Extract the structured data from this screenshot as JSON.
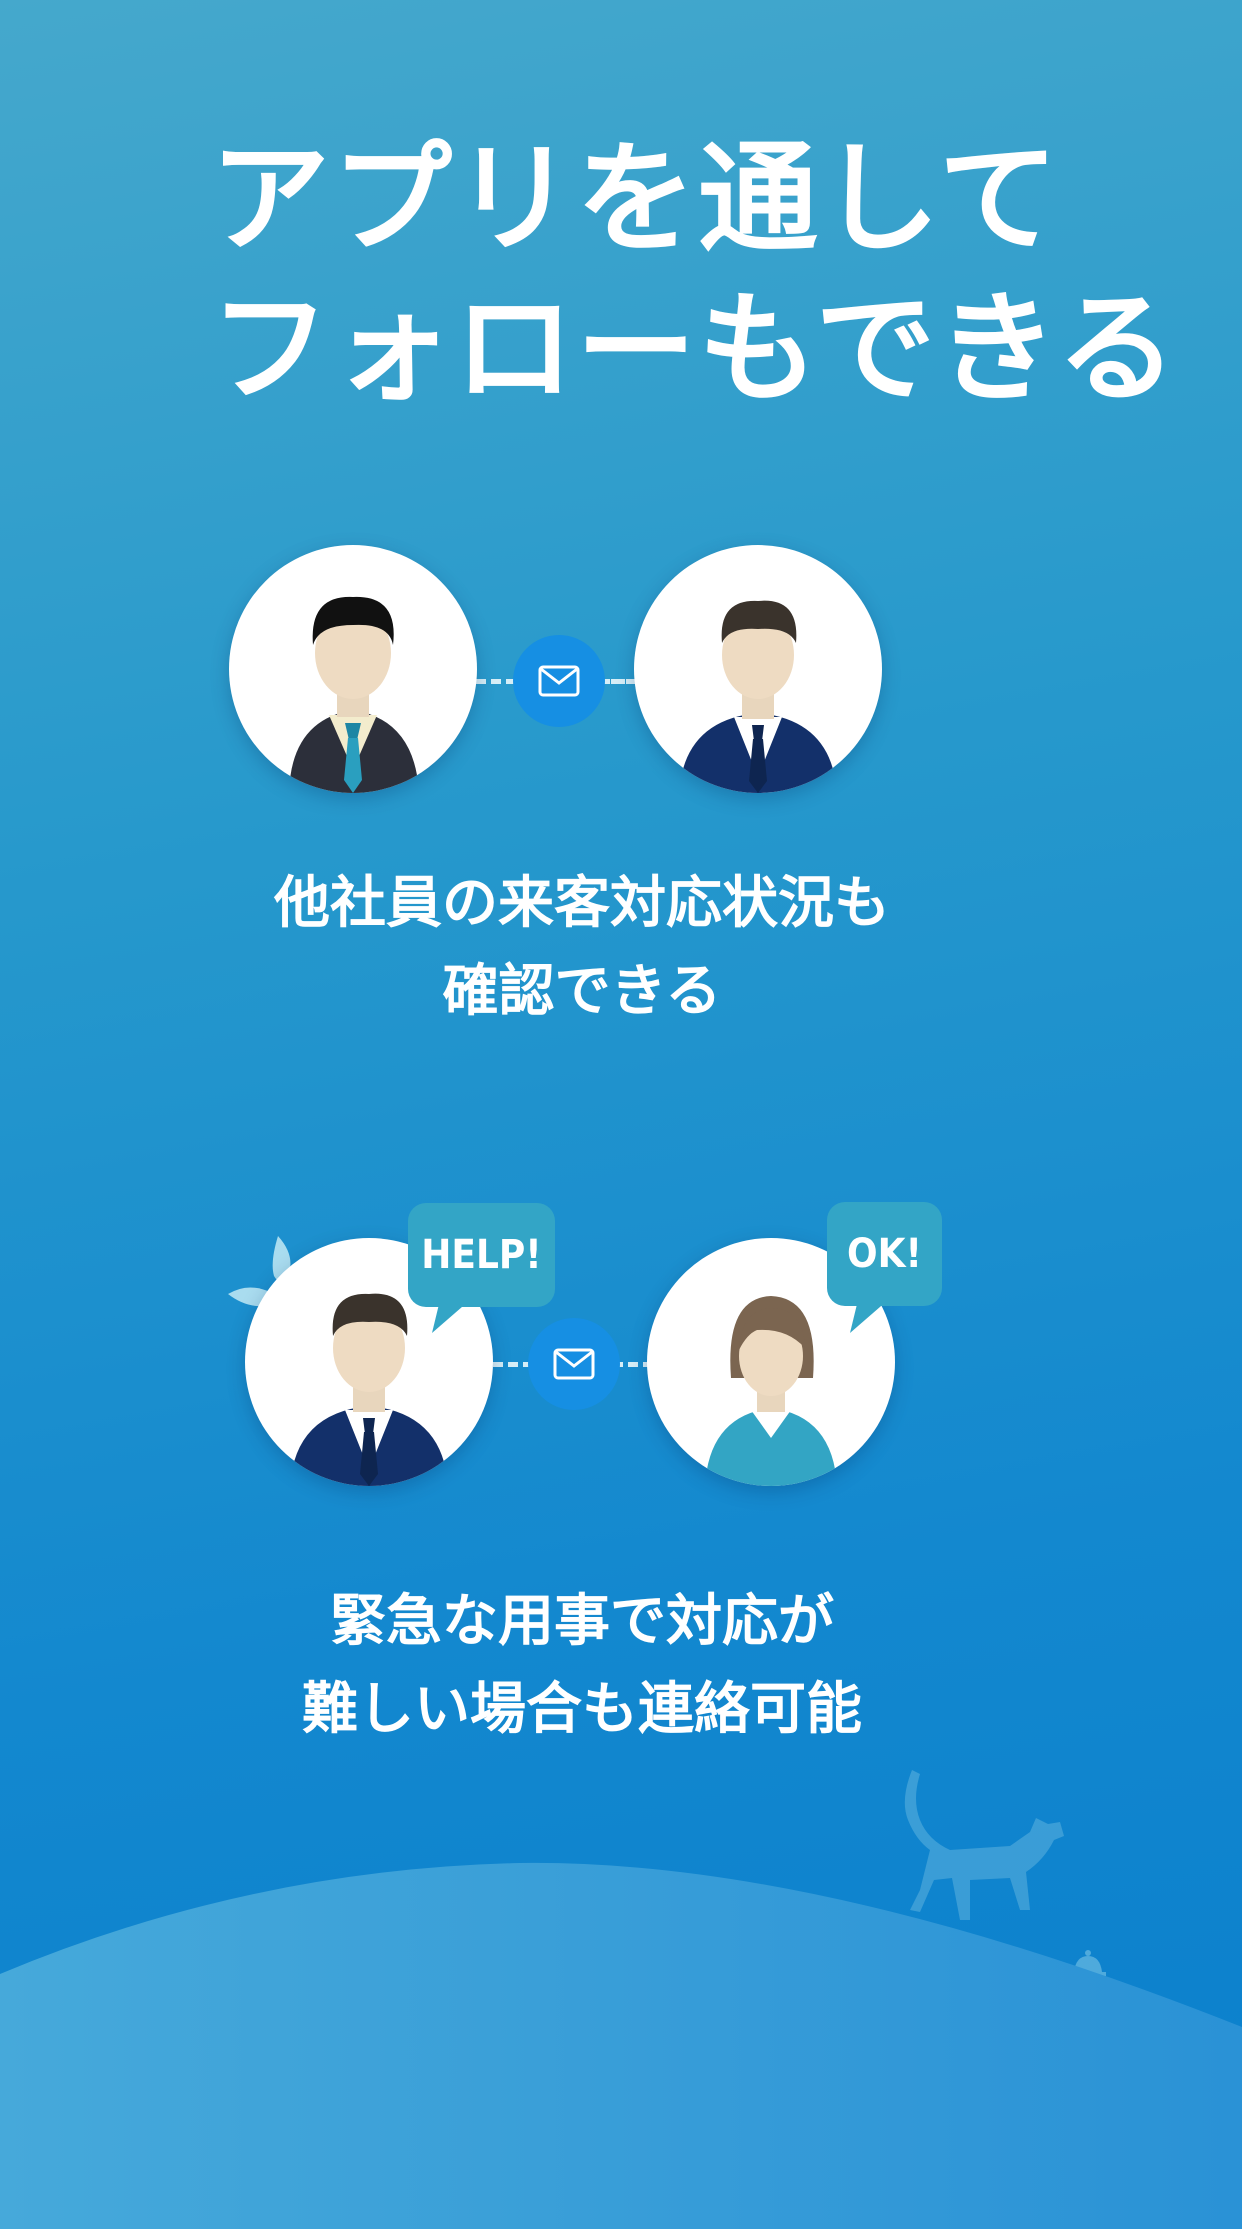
{
  "headline": {
    "line1": "アプリを通して",
    "line2": "フォローもできる"
  },
  "section1": {
    "caption_line1": "他社員の来客対応状況も",
    "caption_line2": "確認できる"
  },
  "section2": {
    "bubble_left": "HELP!",
    "bubble_right": "OK!",
    "caption_line1": "緊急な用事で対応が",
    "caption_line2": "難しい場合も連絡可能"
  },
  "colors": {
    "bg_top": "#45a8cc",
    "bg_bottom": "#0a7fcc",
    "mail_button": "#168fe3",
    "bubble": "#33a5c6",
    "navy_suit": "#13306a",
    "dark_suit": "#2c2f3a"
  },
  "icons": [
    "mail-icon",
    "person-avatar",
    "sweat-drop-icon",
    "cat-silhouette",
    "service-bell-icon"
  ]
}
